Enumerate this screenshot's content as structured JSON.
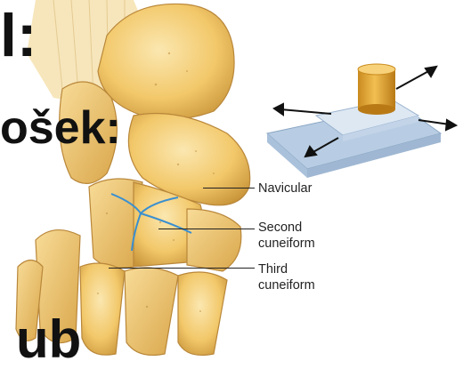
{
  "headings": {
    "top": "l:",
    "middle": "ošek:",
    "bottom": "ub"
  },
  "labels": {
    "navicular": "Navicular",
    "second_cuneiform_line1": "Second",
    "second_cuneiform_line2": "cuneiform",
    "third_cuneiform_line1": "Third",
    "third_cuneiform_line2": "cuneiform"
  },
  "colors": {
    "bone": "#f2c86a",
    "bone_dark": "#c9953a",
    "joint_line": "#3a8fd0",
    "plate": "#c9d9ea",
    "cylinder": "#e5a631",
    "text": "#111111"
  },
  "icons": [
    "foot-bones-illustration",
    "plane-joint-diagram-icon",
    "arrow-icon"
  ]
}
